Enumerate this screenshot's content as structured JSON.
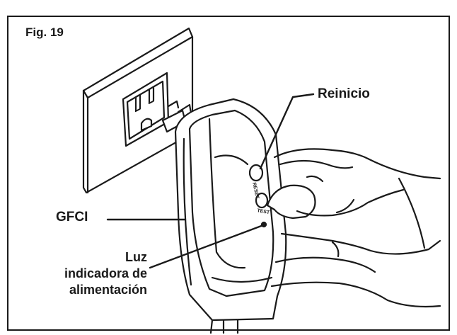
{
  "figure": {
    "label": "Fig. 19"
  },
  "callouts": {
    "reset": "Reinicio",
    "gfci": "GFCI",
    "power_light": [
      "Luz",
      "indicadora de",
      "alimentación"
    ]
  },
  "device_text": {
    "reset_button": "RESET",
    "test_button": "TEST"
  },
  "colors": {
    "ink": "#1a1a1a",
    "paper": "#ffffff"
  }
}
